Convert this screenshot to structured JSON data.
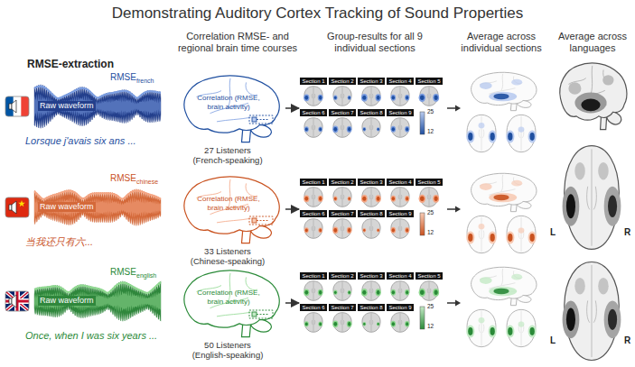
{
  "diagram": {
    "title": "Demonstrating Auditory Cortex Tracking of Sound Properties",
    "nodes": [
      {
        "text": [
          "Correlation (RMSE, brain activity)",
          "27 Listeners (French-speaking)"
        ]
      },
      {
        "text": [
          "Section 1",
          "Section 2",
          "Section 3",
          "Section 4",
          "Section 5",
          "Section 6",
          "Section 7",
          "Section 8",
          "Section 9",
          "25",
          "12"
        ]
      },
      {
        "text": [
          "Correlation (RMSE, brain activity)",
          "33 Listeners (Chinese-speaking)"
        ]
      },
      {
        "text": [
          "Section 1",
          "Section 2",
          "Section 3",
          "Section 4",
          "Section 5",
          "Section 6",
          "Section 7",
          "Section 8",
          "Section 9",
          "25",
          "12"
        ]
      },
      {
        "text": [
          "Correlation (RMSE, brain activity)",
          "50 Listeners (English-speaking)"
        ]
      },
      {
        "text": [
          "Section 1",
          "Section 2",
          "Section 3",
          "Section 4",
          "Section 5",
          "Section 6",
          "Section 7",
          "Section 8",
          "Section 9",
          "25",
          "12"
        ]
      }
    ],
    "edges": [
      {
        "from": 0,
        "to": 1,
        "arrow": "to"
      },
      {
        "from": 2,
        "to": 3,
        "arrow": "to"
      },
      {
        "from": 4,
        "to": 5,
        "arrow": "to"
      }
    ],
    "labels": [
      "RMSE-extraction",
      "Correlation RMSE- and regional brain time courses",
      "Group-results for all 9 individual sections",
      "Average across individual sections",
      "Average across languages",
      "RMSE",
      "french",
      "Raw waveform",
      "Lorsque j'avais six ans ...",
      "RMSE",
      "chinese",
      "Raw waveform",
      "当我还只有六...",
      "RMSE",
      "english",
      "Raw waveform",
      "Once, when I was six years ...",
      "L",
      "R",
      "L",
      "R"
    ]
  }
}
